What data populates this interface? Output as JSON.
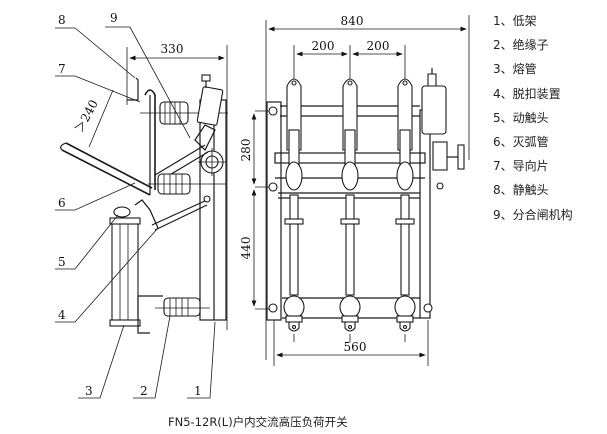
{
  "legend": [
    {
      "num": "1",
      "label": "低架"
    },
    {
      "num": "2",
      "label": "绝缘子"
    },
    {
      "num": "3",
      "label": "熔管"
    },
    {
      "num": "4",
      "label": "脱扣装置"
    },
    {
      "num": "5",
      "label": "动触头"
    },
    {
      "num": "6",
      "label": "灭弧管"
    },
    {
      "num": "7",
      "label": "导向片"
    },
    {
      "num": "8",
      "label": "静触头"
    },
    {
      "num": "9",
      "label": "分合闸机构"
    }
  ],
  "legend_separator": "、",
  "side_view": {
    "dimensions": {
      "width": "330",
      "opening": "＞240"
    },
    "callouts": [
      "8",
      "9",
      "7",
      "6",
      "5",
      "4",
      "3",
      "2",
      "1"
    ]
  },
  "front_view": {
    "dimensions": {
      "overall_width": "840",
      "pole_spacing_1": "200",
      "pole_spacing_2": "200",
      "upper_height": "280",
      "lower_height": "440",
      "base_width": "560"
    }
  },
  "caption": "FN5-12R(L)户内交流高压负荷开关"
}
